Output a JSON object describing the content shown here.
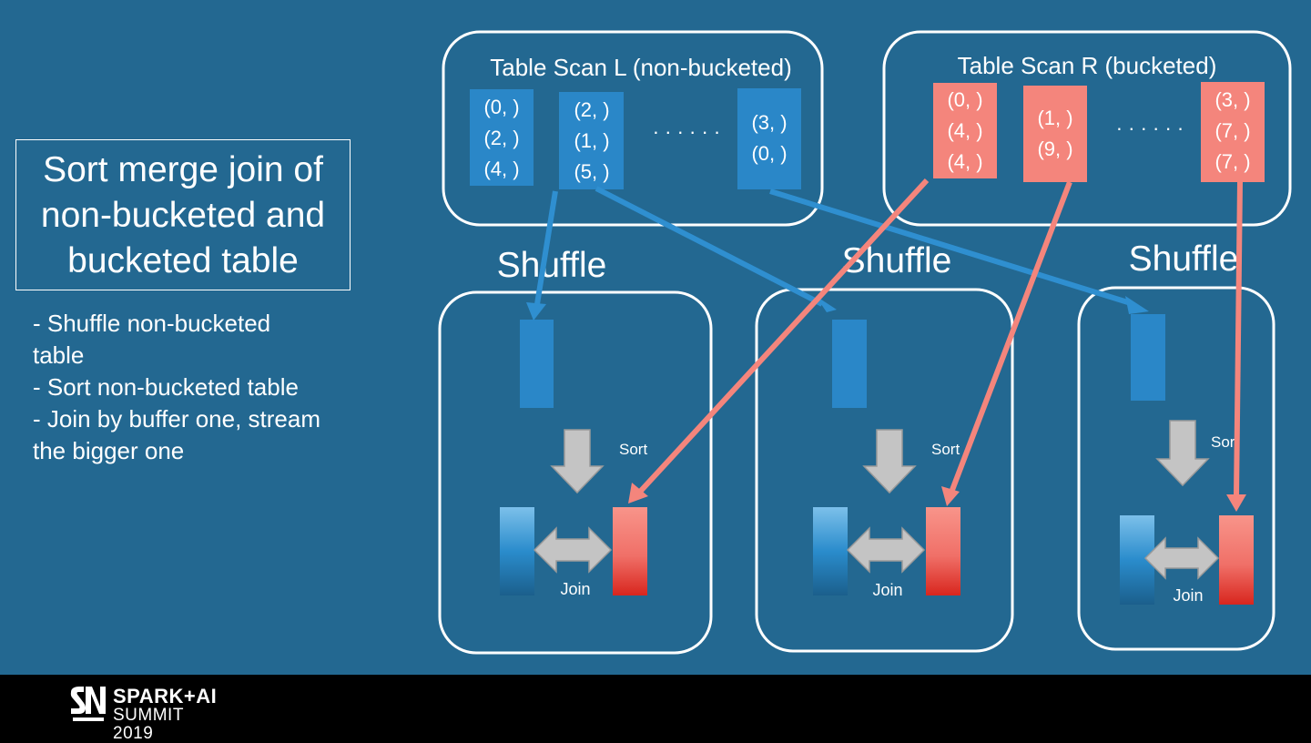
{
  "slide": {
    "title": [
      "Sort merge join of",
      "non-bucketed and",
      "bucketed table"
    ],
    "bullets": [
      "- Shuffle non-bucketed",
      "table",
      "- Sort non-bucketed table",
      "- Join by buffer one, stream",
      "the bigger one"
    ]
  },
  "table_scan_l": {
    "label": "Table Scan L (non-bucketed)",
    "partitions": [
      [
        "(0, )",
        "(2, )",
        "(4, )"
      ],
      [
        "(2, )",
        "(1, )",
        "(5, )"
      ],
      [
        "(3, )",
        "(0, )"
      ]
    ],
    "ellipsis": "· · · · · ·"
  },
  "table_scan_r": {
    "label": "Table Scan R (bucketed)",
    "partitions": [
      [
        "(0, )",
        "(4, )",
        "(4, )"
      ],
      [
        "(1, )",
        "(9, )"
      ],
      [
        "(3, )",
        "(7, )",
        "(7, )"
      ]
    ],
    "ellipsis": "· · · · · ·"
  },
  "stages": [
    {
      "shuffle_label": "Shuffle",
      "sort_label": "Sort",
      "join_label": "Join"
    },
    {
      "shuffle_label": "Shuffle",
      "sort_label": "Sort",
      "join_label": "Join"
    },
    {
      "shuffle_label": "Shuffle",
      "sort_label": "Sort",
      "join_label": "Join"
    }
  ],
  "colors": {
    "background": "#236891",
    "blue_block": "#2a87c8",
    "red_block": "#f4857c",
    "blue_arrow": "#2f8fd0",
    "red_arrow": "#f4857c",
    "gray_arrow": "#c4c4c4"
  },
  "footer": {
    "logo_line1": "SPARK+AI",
    "logo_line2": "SUMMIT 2019"
  }
}
